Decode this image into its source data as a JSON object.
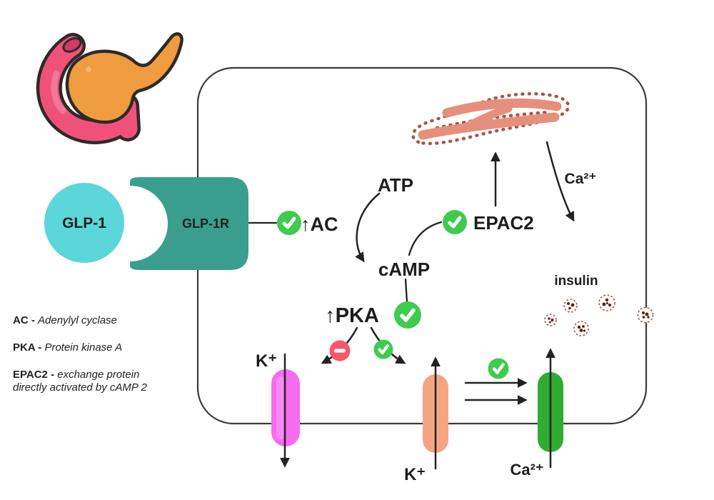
{
  "labels": {
    "glp1": "GLP-1",
    "glp1r": "GLP-1R",
    "ac": "↑AC",
    "atp": "ATP",
    "camp": "cAMP",
    "epac2": "EPAC2",
    "pka": "↑PKA",
    "ca_release": "Ca²⁺",
    "insulin": "insulin",
    "k_channel_left": "K⁺",
    "k_channel_mid": "K⁺",
    "ca_channel_bottom": "Ca²⁺"
  },
  "legend": [
    {
      "term": "AC -",
      "definition": "Adenylyl cyclase"
    },
    {
      "term": "PKA -",
      "definition": "Protein kinase A"
    },
    {
      "term": "EPAC2 -",
      "definition": "exchange protein directly activated by cAMP 2"
    }
  ],
  "colors": {
    "glp1_ball": "#5bd7d9",
    "glp1r_receptor": "#3a9e8e",
    "activation_green": "#3ecb4e",
    "inhibition_red": "#f8566b",
    "k_channel_magenta": "#f76bf0",
    "k_channel_orange": "#f5a483",
    "ca_channel_green": "#2fad33",
    "er_salmon": "#e78f7d",
    "er_dot_brown": "#a5584a",
    "granule_brown": "#9b5044",
    "granule_dot": "#5c2318",
    "pancreas_orange": "#ef9b40",
    "pancreas_pink": "#f0517b",
    "pancreas_pink_dark": "#d43a67",
    "membrane_stroke": "#3b3b3b"
  }
}
